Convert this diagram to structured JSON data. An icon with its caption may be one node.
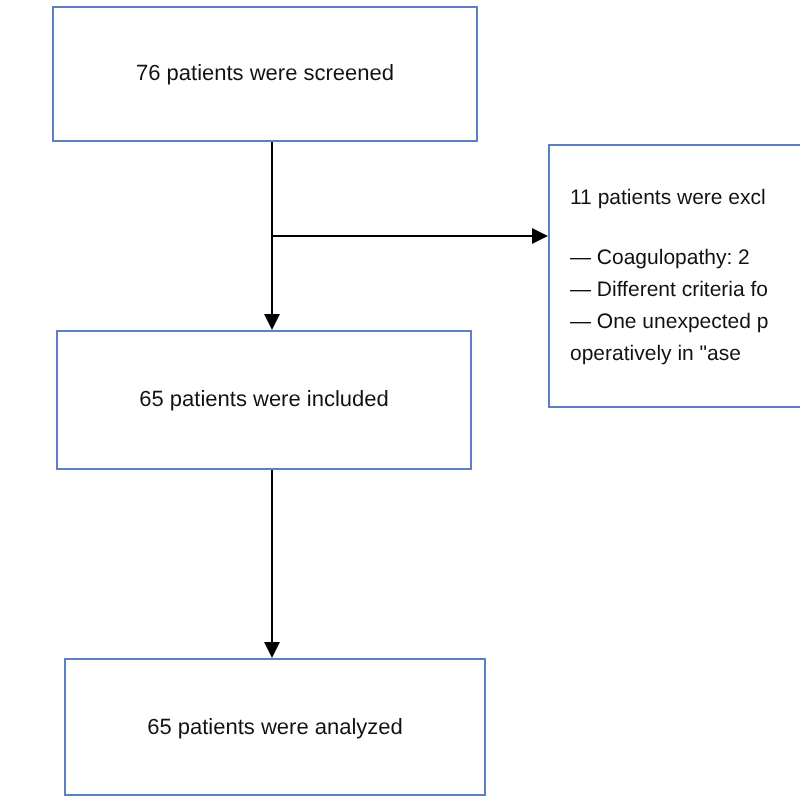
{
  "diagram": {
    "nodes": [
      {
        "text": [
          "76 patients were screened"
        ]
      },
      {
        "text": [
          "11 patients were excl",
          "— Coagulopathy: 2",
          "— Different criteria fo",
          "— One unexpected p operatively in \"ase"
        ]
      },
      {
        "text": [
          "65 patients were included"
        ]
      },
      {
        "text": [
          "65 patients were analyzed"
        ]
      }
    ],
    "edges": [
      {
        "from": 0,
        "to": 2,
        "arrow": "to"
      },
      {
        "from": 0,
        "to": 1,
        "arrow": "to"
      },
      {
        "from": 2,
        "to": 3,
        "arrow": "to"
      }
    ]
  }
}
